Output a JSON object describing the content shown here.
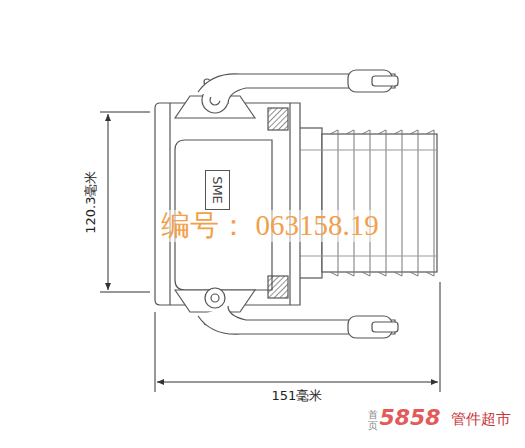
{
  "diagram": {
    "nodes": [
      {
        "text": [
          "SME"
        ]
      }
    ],
    "labels": [
      "120.3毫米",
      "编号： 063158.19",
      "151毫米",
      "首页",
      "5858",
      "管件超市"
    ]
  }
}
